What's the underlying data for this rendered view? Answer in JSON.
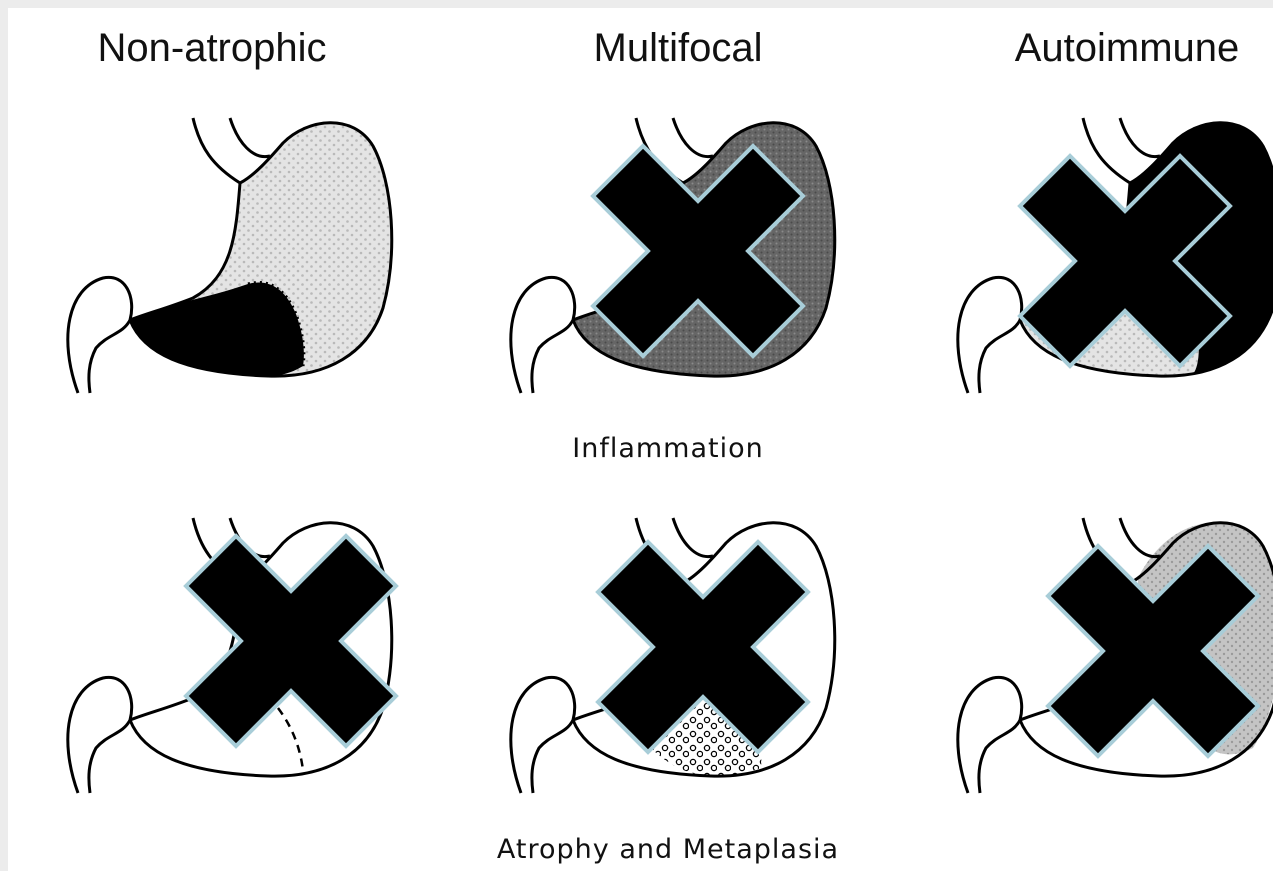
{
  "columns": {
    "col1": "Non-atrophic",
    "col2": "Multifocal",
    "col3": "Autoimmune"
  },
  "rows": {
    "row1": "Inflammation",
    "row2": "Atrophy and Metaplasia"
  },
  "colors": {
    "background": "#ffffff",
    "ink": "#000000",
    "redaction_fill": "#000000",
    "redaction_outline": "#a8cdd8",
    "dark_stipple": "#6e6e6e",
    "light_stipple": "#d9d9d9",
    "medium_stipple": "#b5b5b5"
  }
}
